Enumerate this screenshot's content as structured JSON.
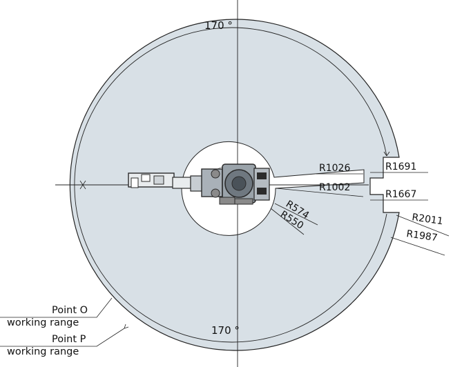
{
  "colors": {
    "working_area_fill": "#d8e0e6",
    "line": "#222222",
    "robot_dark": "#2b2b2b",
    "robot_light": "#8a8a8a"
  },
  "angles": {
    "top": "170 °",
    "bottom": "170 °"
  },
  "dimensions": {
    "r1026": "R1026",
    "r1002": "R1002",
    "r1691": "R1691",
    "r1667": "R1667",
    "r574": "R574",
    "r550": "R550",
    "r2011": "R2011",
    "r1987": "R1987"
  },
  "legend": {
    "point_o_title": "Point O",
    "point_o_sub": "working range",
    "point_p_title": "Point P",
    "point_p_sub": "working range"
  }
}
